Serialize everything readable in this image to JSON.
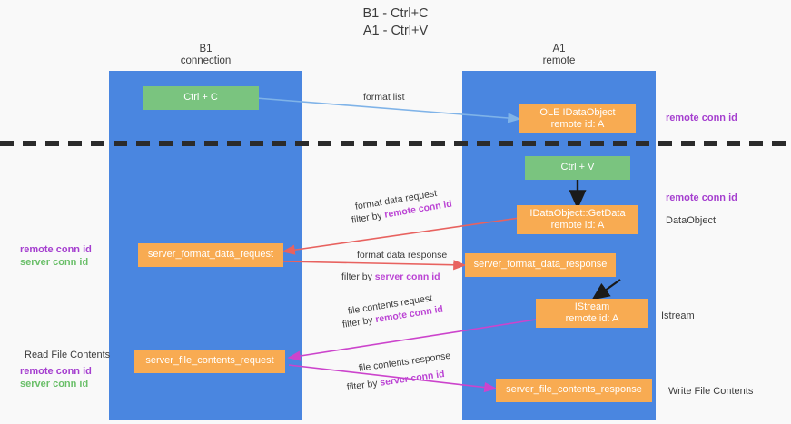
{
  "title": {
    "line1": "B1 - Ctrl+C",
    "line2": "A1 - Ctrl+V"
  },
  "columns": [
    {
      "name": "B1",
      "role": "connection"
    },
    {
      "name": "A1",
      "role": "remote"
    }
  ],
  "nodes": {
    "ctrl_c": {
      "label": "Ctrl + C"
    },
    "ctrl_v": {
      "label": "Ctrl + V"
    },
    "idataobject": {
      "label": "OLE IDataObject",
      "sub": "remote id: A"
    },
    "getdata": {
      "label": "IDataObject::GetData",
      "sub": "remote id: A"
    },
    "istream": {
      "label": "IStream",
      "sub": "remote id: A"
    },
    "server_format_data_request": {
      "label": "server_format_data_request"
    },
    "server_format_data_response": {
      "label": "server_format_data_response"
    },
    "server_file_contents_request": {
      "label": "server_file_contents_request"
    },
    "server_file_contents_response": {
      "label": "server_file_contents_response"
    }
  },
  "arrow_labels": {
    "format_list": "format list",
    "format_data_request": "format data request",
    "format_data_request_filter_prefix": "filter by ",
    "format_data_request_filter_key": "remote conn id",
    "format_data_response": "format data response",
    "format_data_response_filter_prefix": "filter by ",
    "format_data_response_filter_key": "server conn id",
    "file_contents_request": "file contents request",
    "file_contents_request_filter_prefix": "filter by ",
    "file_contents_request_filter_key": "remote conn id",
    "file_contents_response": "file contents response",
    "file_contents_response_filter_prefix": "filter by ",
    "file_contents_response_filter_key": "server conn id"
  },
  "annotations": {
    "right_remote_conn_id_top": "remote conn id",
    "right_remote_conn_id_mid": "remote conn id",
    "right_dataobject": "DataObject",
    "right_istream": "Istream",
    "right_write_file_contents": "Write File Contents",
    "left_remote_conn_id_mid": "remote conn id",
    "left_server_conn_id_mid": "server conn id",
    "left_read_file_contents": "Read File Contents",
    "left_remote_conn_id_bottom": "remote conn id",
    "left_server_conn_id_bottom": "server conn id"
  },
  "colors": {
    "lane": "#4a86e0",
    "green_node": "#7ac47f",
    "orange_node": "#f8ab52",
    "purple_text": "#a53fcf",
    "green_text": "#6abf69",
    "blue_arrow": "#7fb3e8",
    "red_arrow": "#e8625f",
    "magenta_arrow": "#cc44cc",
    "black_arrow": "#1a1a1a",
    "background": "#f9f9f9"
  }
}
